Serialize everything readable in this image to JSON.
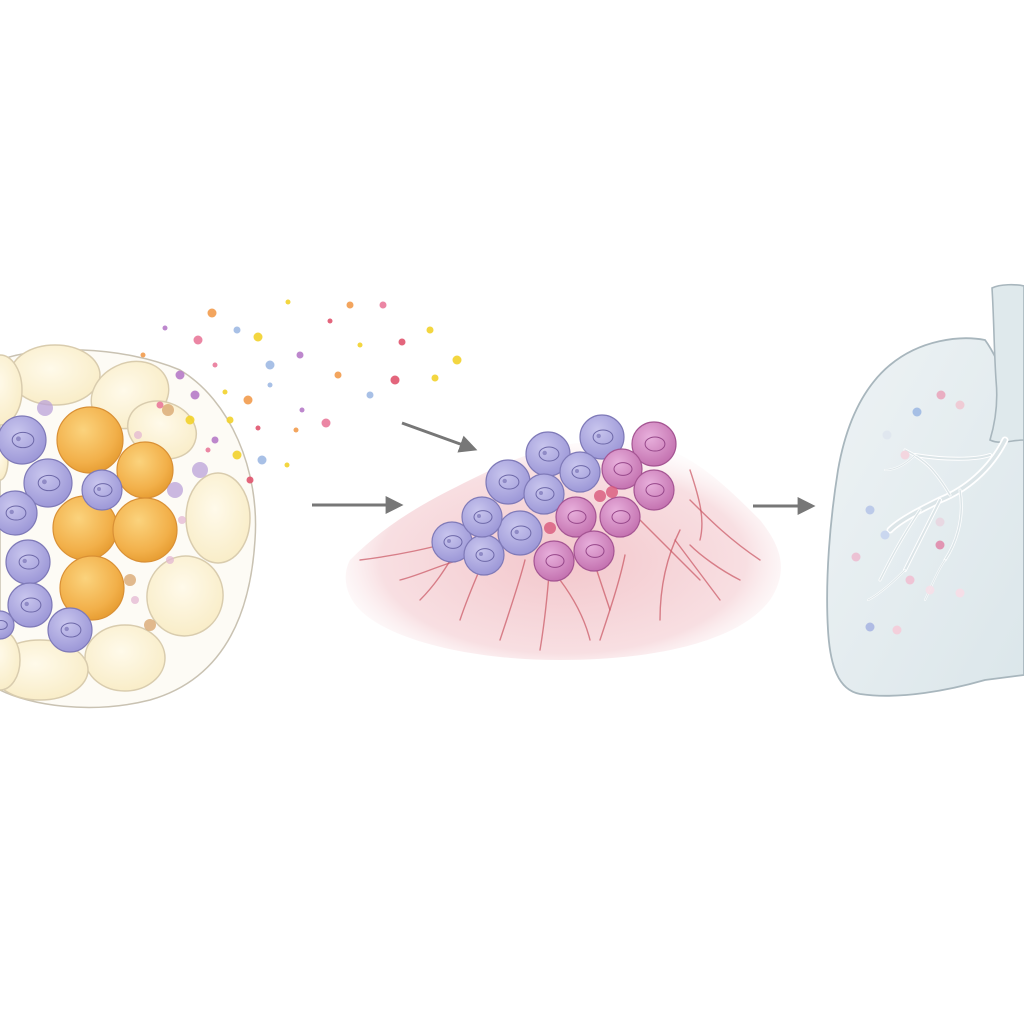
{
  "panels": [
    {
      "id": "adipose-tissue-cluster",
      "icon": "adipose-cell-cluster-icon"
    },
    {
      "id": "tumor-on-tissue",
      "icon": "tumor-cell-mass-icon"
    },
    {
      "id": "lung",
      "icon": "lung-icon"
    }
  ],
  "arrows": [
    {
      "id": "secretion-arrow",
      "icon": "arrow-right-icon"
    },
    {
      "id": "stage-1-to-2-arrow",
      "icon": "arrow-right-icon"
    },
    {
      "id": "stage-2-to-3-arrow",
      "icon": "arrow-right-icon"
    }
  ],
  "colors": {
    "adipocyte_fill": "#fbf0cf",
    "adipocyte_stroke": "#d9ccae",
    "orange_cell": "#f2b04a",
    "purple_cell": "#a6a2dc",
    "magenta_cell": "#cd7fbb",
    "tissue": "#f6d3d6",
    "vessel": "#c95562",
    "lung_fill": "#e3ecef",
    "lung_stroke": "#a8b6bd",
    "arrow": "#777777",
    "particles": [
      "#f2d22b",
      "#e9799a",
      "#f29b4c",
      "#b67ac8",
      "#9fb9e3",
      "#f2d22b",
      "#e0546e"
    ]
  }
}
